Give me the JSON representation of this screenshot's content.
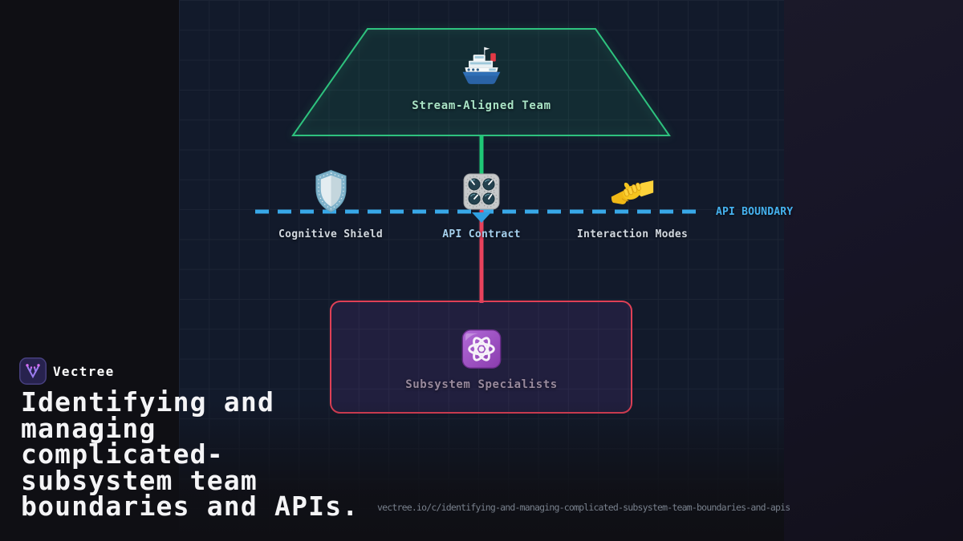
{
  "brand": {
    "name": "Vectree",
    "logo_icon": "vectree-logo-icon",
    "logo_bg": "#27224e",
    "logo_glyph_color": "#9b7cf0",
    "dot_color": "#d86ef5"
  },
  "title": {
    "full_text": "Identifying and managing complicated-subsystem team boundaries and APIs.",
    "lines": [
      "Identifying and",
      "managing",
      "complicated-",
      "subsystem team",
      "boundaries and APIs."
    ]
  },
  "footer_url": "vectree.io/c/identifying-and-managing-complicated-subsystem-team-boundaries-and-apis",
  "diagram": {
    "stream_team": {
      "label": "Stream-Aligned Team",
      "icon": "ship-icon",
      "border_color": "#2ec27e",
      "label_color": "#a9e4c6"
    },
    "api_boundary": {
      "label": "API BOUNDARY",
      "line_color": "#38a8e8",
      "label_color": "#45b2ef",
      "items": [
        {
          "label": "Cognitive Shield",
          "icon": "shield-icon"
        },
        {
          "label": "API Contract",
          "icon": "control-knobs-icon"
        },
        {
          "label": "Interaction Modes",
          "icon": "handshake-icon"
        }
      ]
    },
    "subsystem_team": {
      "label": "Subsystem Specialists",
      "icon": "atom-icon",
      "border_color": "#e04056",
      "label_color": "#98899c"
    },
    "connectors": {
      "top_color": "#1fc876",
      "bottom_color": "#e8425c",
      "arrow_color": "#2f9fe0"
    },
    "panel_bg": "#121a2b",
    "grid_color": "#1c2435",
    "page_bg": "#0f0f14"
  }
}
